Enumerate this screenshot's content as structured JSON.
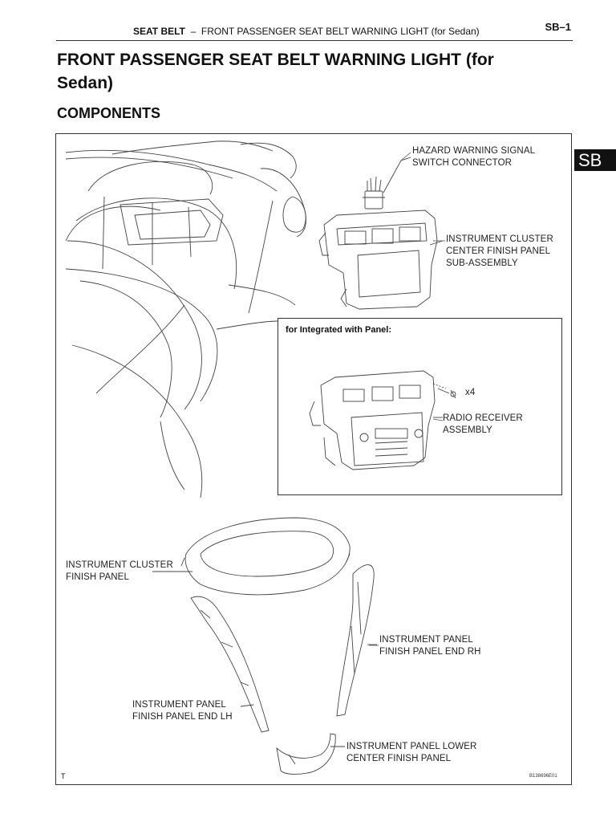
{
  "header": {
    "section": "SEAT BELT",
    "separator": "–",
    "subtitle": "FRONT PASSENGER SEAT BELT WARNING LIGHT (for Sedan)",
    "page": "SB–1"
  },
  "tab_label": "SB",
  "title": "FRONT PASSENGER SEAT BELT WARNING LIGHT (for Sedan)",
  "section_title": "COMPONENTS",
  "inset_title": "for Integrated with Panel:",
  "labels": {
    "hazard": [
      "HAZARD WARNING SIGNAL",
      "SWITCH CONNECTOR"
    ],
    "cluster_center": [
      "INSTRUMENT CLUSTER",
      "CENTER FINISH PANEL",
      "SUB-ASSEMBLY"
    ],
    "qty": "x4",
    "radio": [
      "RADIO RECEIVER",
      "ASSEMBLY"
    ],
    "cluster_finish": [
      "INSTRUMENT CLUSTER",
      "FINISH PANEL"
    ],
    "end_rh": [
      "INSTRUMENT PANEL",
      "FINISH PANEL END RH"
    ],
    "end_lh": [
      "INSTRUMENT PANEL",
      "FINISH PANEL END LH"
    ],
    "lower_center": [
      "INSTRUMENT PANEL LOWER",
      "CENTER FINISH PANEL"
    ]
  },
  "footer": {
    "left": "T",
    "code": "B138696E01"
  }
}
